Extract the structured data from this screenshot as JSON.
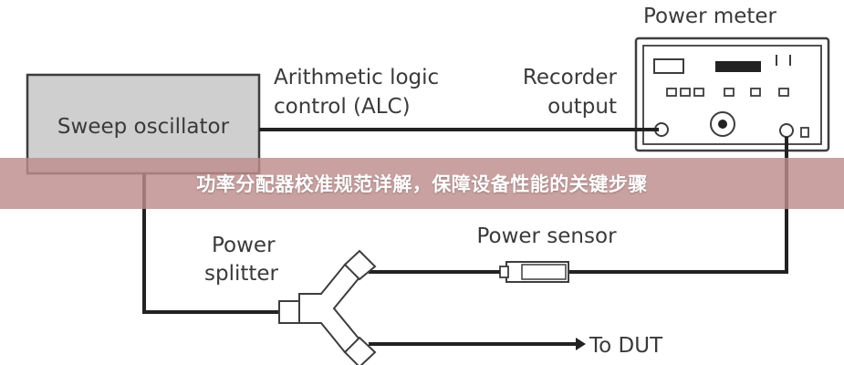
{
  "diagram": {
    "labels": {
      "sweep_oscillator": "Sweep oscillator",
      "alc_line1": "Arithmetic logic",
      "alc_line2": "control (ALC)",
      "recorder_line1": "Recorder",
      "recorder_line2": "output",
      "power_meter": "Power meter",
      "power_sensor": "Power sensor",
      "power_line1": "Power",
      "power_line2": "splitter",
      "to_dut": "To DUT"
    }
  },
  "banner": {
    "title": "功率分配器校准规范详解，保障设备性能的关键步骤"
  }
}
